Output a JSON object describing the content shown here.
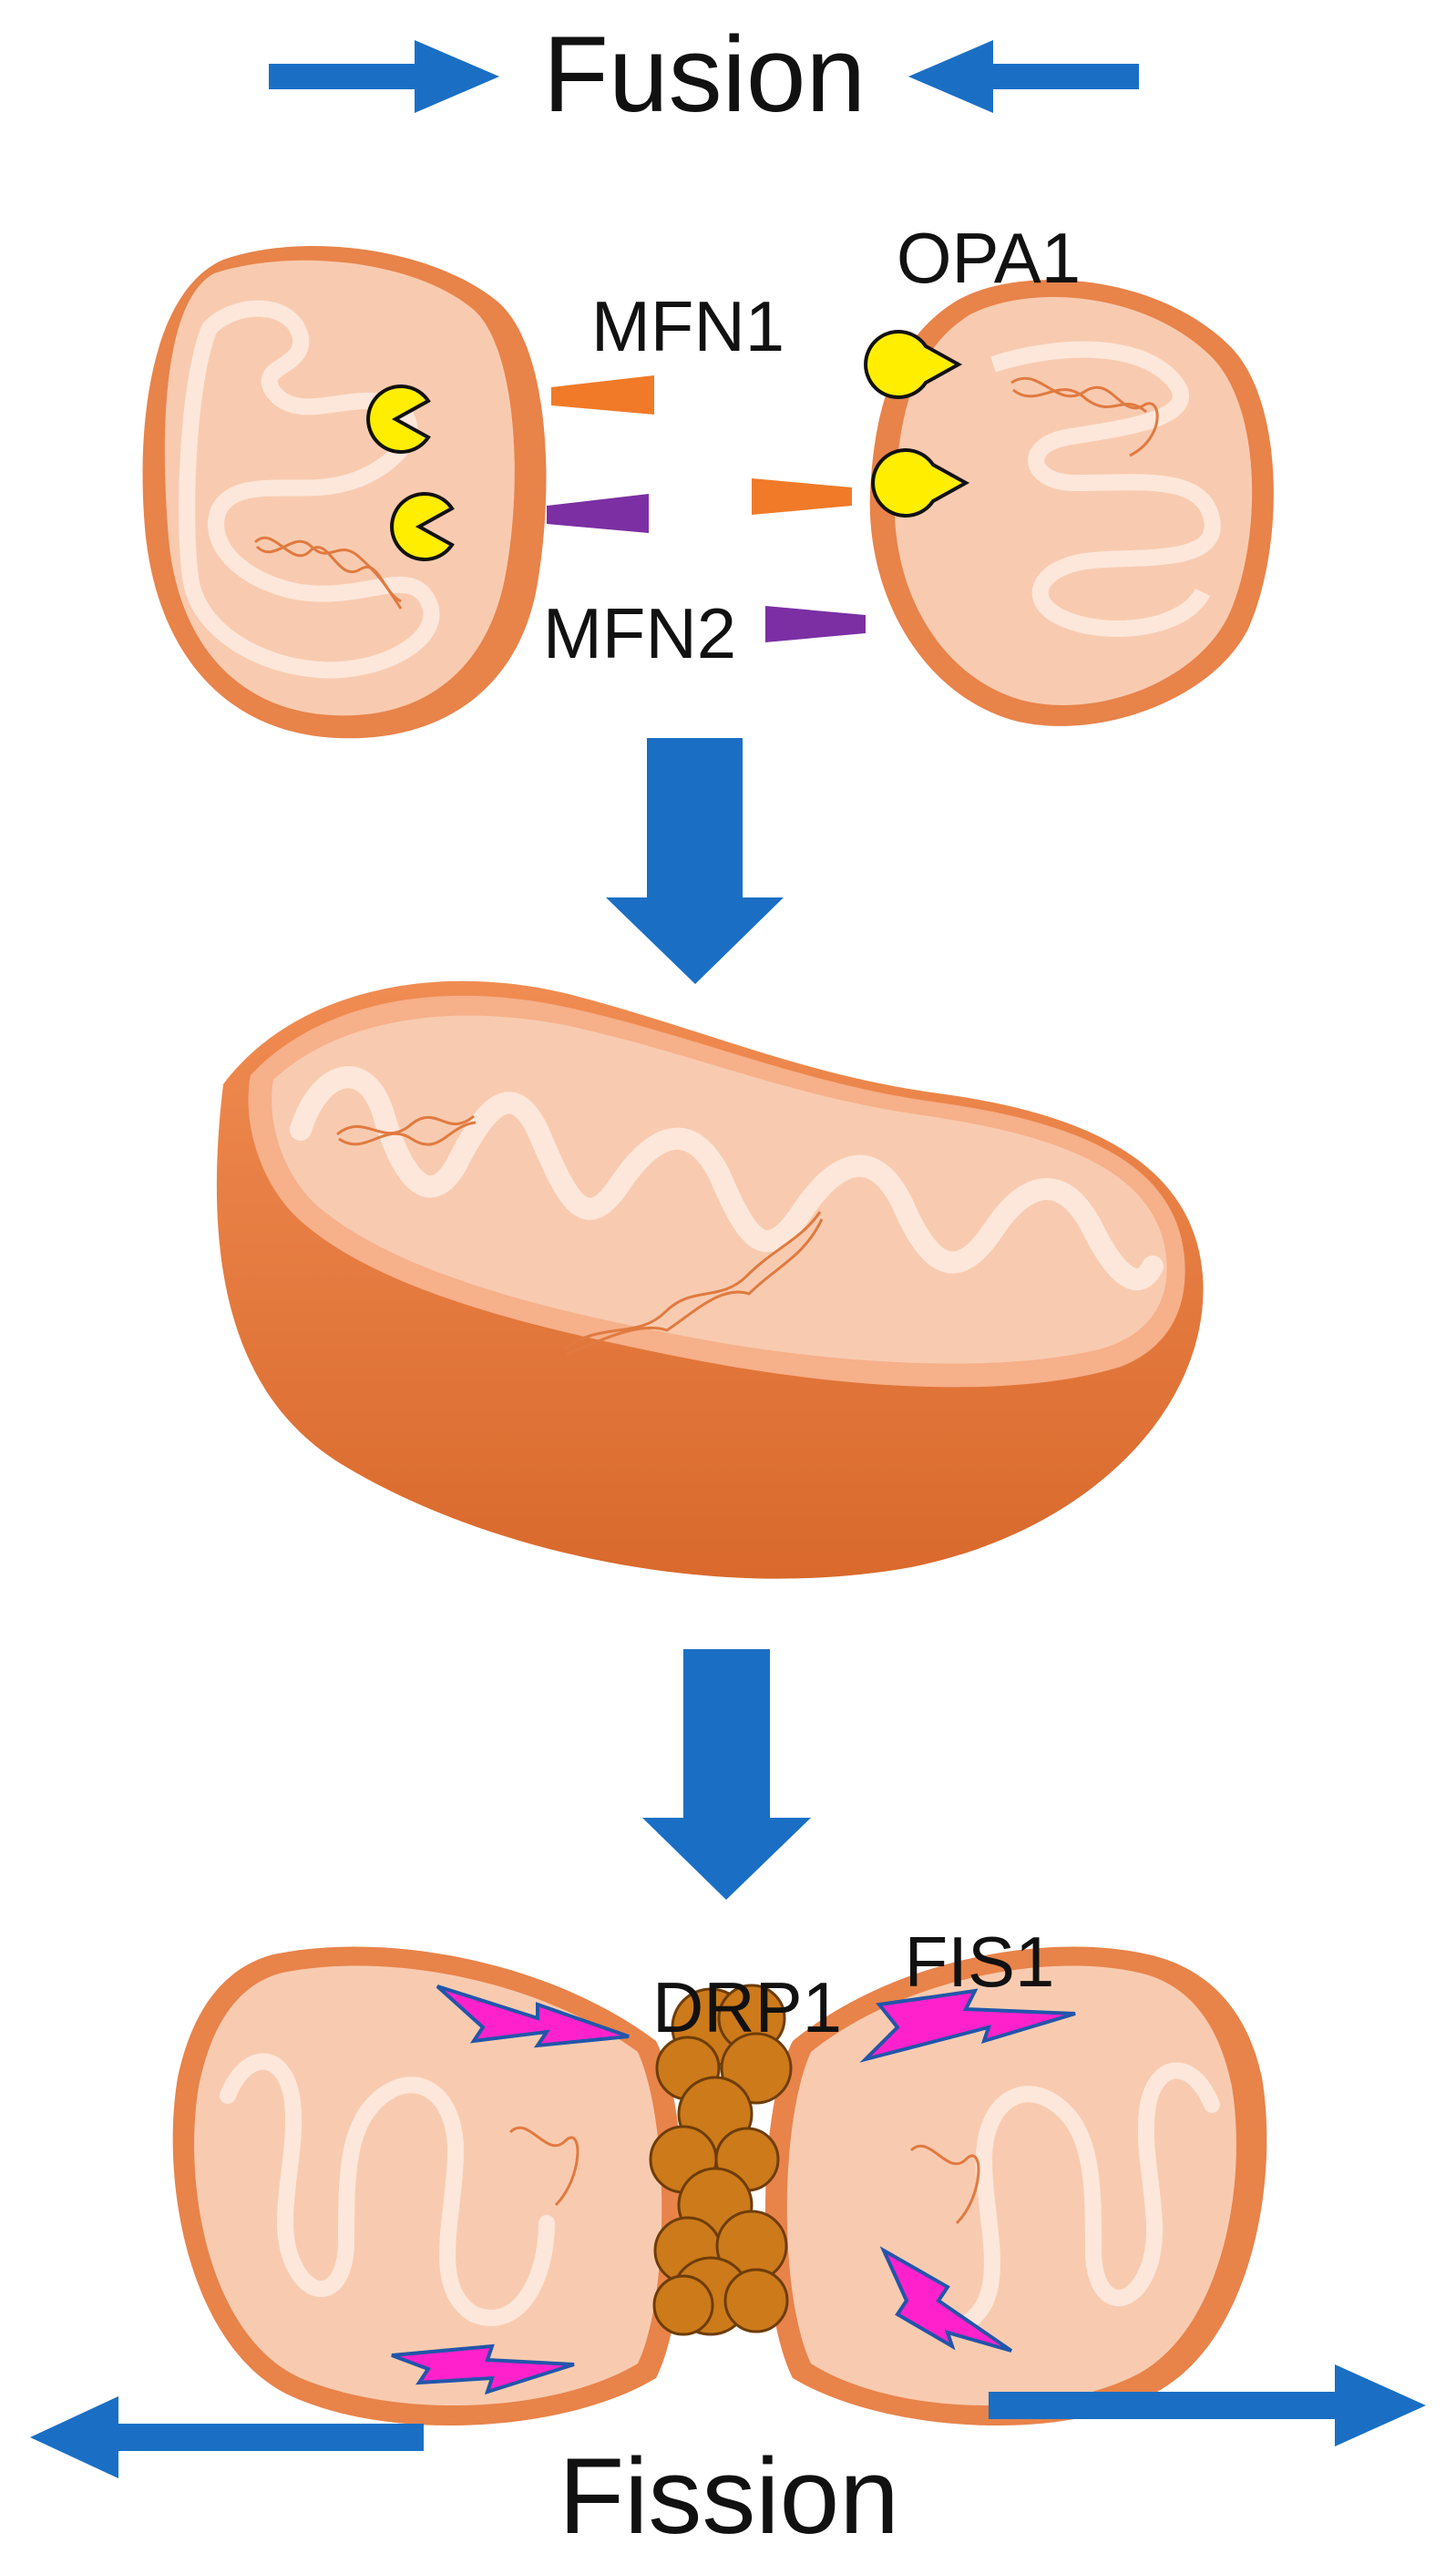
{
  "labels": {
    "fusion": "Fusion",
    "fission": "Fission",
    "opa1": "OPA1",
    "mfn1": "MFN1",
    "mfn2": "MFN2",
    "drp1": "DRP1",
    "fis1": "FIS1"
  },
  "colors": {
    "arrow": "#1a6fc4",
    "mfn1": "#f07a28",
    "mfn2": "#7b2fa3",
    "opa1": "#ffee00",
    "drp1": "#cc7a1a",
    "fis1": "#ff22cc",
    "membrane_outer": "#e8834a",
    "matrix": "#f8cbb0",
    "cristae": "#fde7da"
  }
}
